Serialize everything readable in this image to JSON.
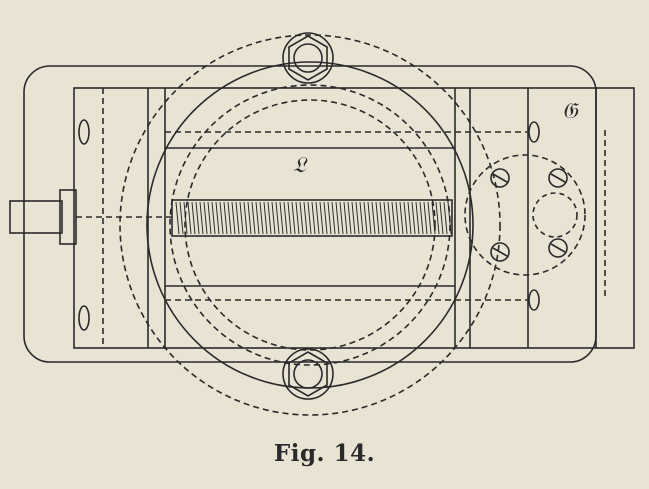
{
  "figure": {
    "caption": "Fig. 14.",
    "labels": {
      "jaw_body": "𝔏",
      "slide": "𝔊"
    },
    "colors": {
      "paper": "#e9e3d4",
      "ink": "#2a2a2a"
    }
  }
}
